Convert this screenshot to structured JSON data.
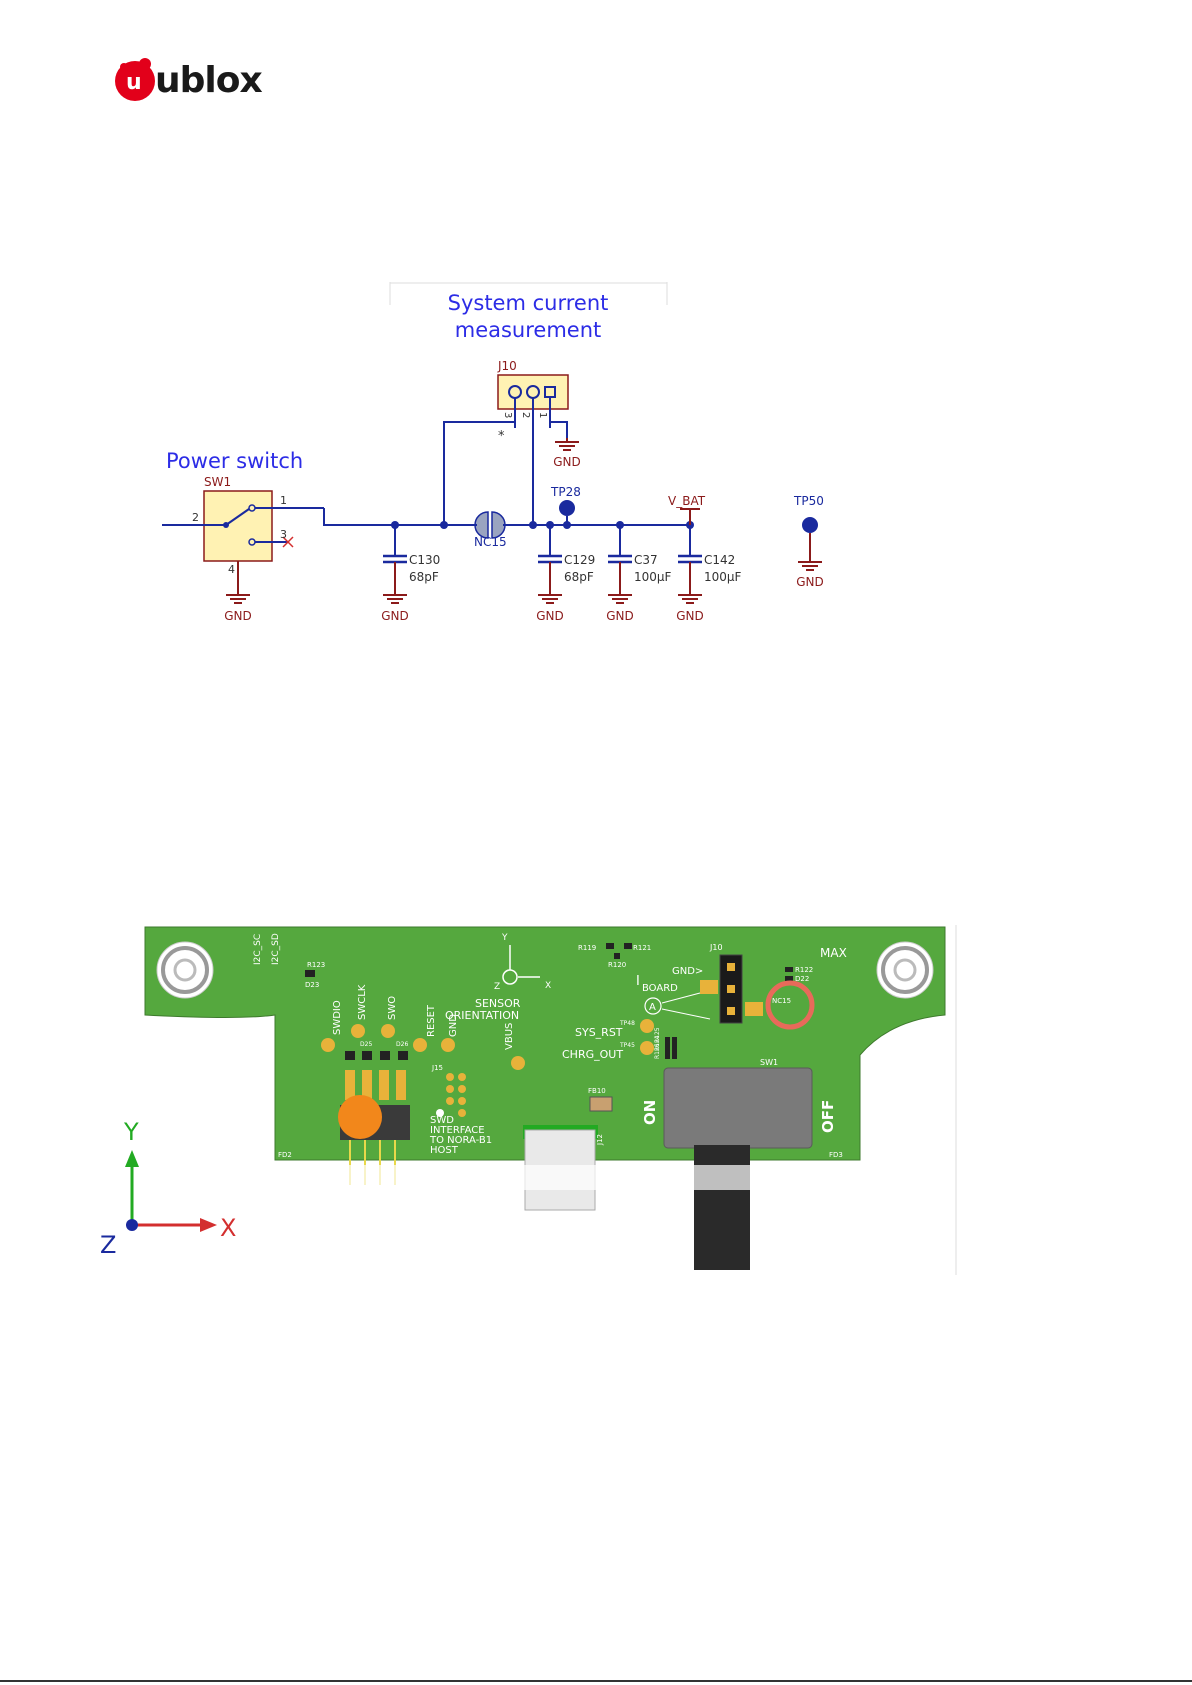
{
  "header": {
    "logo_text": "ublox",
    "logo_mark": "u"
  },
  "schematic": {
    "title_line1": "System current",
    "title_line2": "measurement",
    "power_switch_label": "Power switch",
    "j10": {
      "ref": "J10",
      "pin1": "1",
      "pin2": "2",
      "pin3": "3",
      "star": "*"
    },
    "sw1": {
      "ref": "SW1",
      "pin1": "1",
      "pin2": "2",
      "pin3": "3",
      "pin4": "4"
    },
    "nc15": "NC15",
    "tp28": "TP28",
    "tp50": "TP50",
    "vbat": "V_BAT",
    "gnd": "GND",
    "c130": {
      "ref": "C130",
      "value": "68pF"
    },
    "c129": {
      "ref": "C129",
      "value": "68pF"
    },
    "c37": {
      "ref": "C37",
      "value": "100µF"
    },
    "c142": {
      "ref": "C142",
      "value": "100µF"
    }
  },
  "board": {
    "axes": {
      "y": "Y",
      "x": "X",
      "z": "Z"
    },
    "labels": {
      "i2c_1": "I2C_SC",
      "i2c_2": "I2C_SD",
      "max": "MAX",
      "j10": "J10",
      "gnd_arrow": "GND>",
      "i_label": "I",
      "board": "BOARD",
      "a_circle": "A",
      "sensor_orientation_1": "SENSOR",
      "sensor_orientation_2": "ORIENTATION",
      "sys_rst": "SYS_RST",
      "chrg_out": "CHRG_OUT",
      "tp48": "TP48",
      "tp45": "TP45",
      "swdio": "SWDIO",
      "swclk": "SWCLK",
      "swo": "SWO",
      "reset": "RESET",
      "gnd": "GND",
      "vbus": "VBUS",
      "swd_1": "SWD",
      "swd_2": "INTERFACE",
      "swd_3": "TO NORA-B1",
      "swd_4": "HOST",
      "on": "ON",
      "off": "OFF",
      "sw1": "SW1",
      "nc15": "NC15",
      "r119": "R119",
      "r121": "R121",
      "r120": "R120",
      "r122": "R122",
      "d22": "D22",
      "r123": "R123",
      "d23": "D23",
      "d25": "D25",
      "d26": "D26",
      "j15": "J15",
      "fb10": "FB10",
      "j12": "J12",
      "fd2": "FD2",
      "fd3": "FD3",
      "r125": "R125",
      "r124": "R124",
      "r126": "R126",
      "axis_y": "Y",
      "axis_x": "X",
      "axis_z": "Z"
    }
  }
}
